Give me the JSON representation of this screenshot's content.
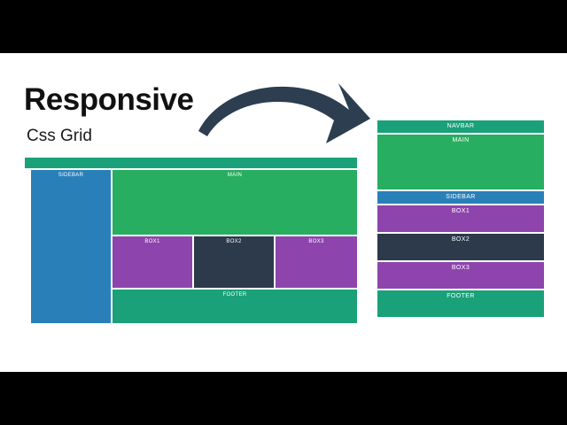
{
  "slide": {
    "title": "Responsive",
    "subtitle": "Css Grid",
    "arrow_icon": "curved-arrow-right-icon",
    "background": "#ffffff",
    "letterbox_color": "#000000"
  },
  "palette": {
    "navbar": "#1aa179",
    "main": "#27ae60",
    "sidebar": "#2980b9",
    "box_purple": "#8e44ad",
    "box_dark": "#2c3a4b",
    "footer": "#1aa179",
    "arrow": "#2c3e50",
    "label_text": "#ffffff",
    "title_text": "#111111"
  },
  "desktop_layout": {
    "name": "desktop-wireframe",
    "navbar": {
      "label": ""
    },
    "sidebar": {
      "label": "SIDEBAR"
    },
    "main": {
      "label": "MAIN"
    },
    "box1": {
      "label": "BOX1"
    },
    "box2": {
      "label": "BOX2"
    },
    "box3": {
      "label": "BOX3"
    },
    "footer": {
      "label": "FOOTER"
    }
  },
  "mobile_layout": {
    "name": "mobile-wireframe",
    "navbar": {
      "label": "NAVBAR"
    },
    "main": {
      "label": "MAIN"
    },
    "sidebar": {
      "label": "SIDEBAR"
    },
    "box1": {
      "label": "BOX1"
    },
    "box2": {
      "label": "BOX2"
    },
    "box3": {
      "label": "BOX3"
    },
    "footer": {
      "label": "FOOTER"
    }
  }
}
